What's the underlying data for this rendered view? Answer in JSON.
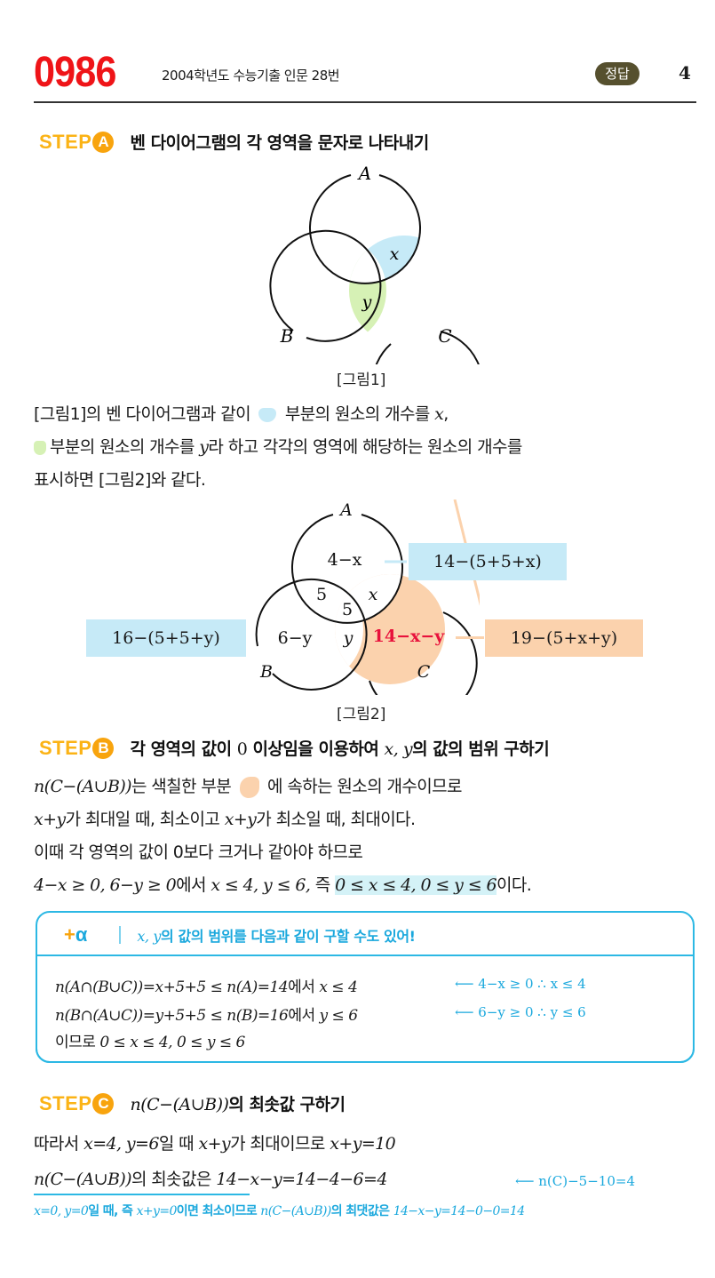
{
  "header": {
    "problem_number": "0986",
    "source": "2004학년도 수능기출 인문 28번",
    "answer_label": "정답",
    "answer_value": "4"
  },
  "colors": {
    "problem_number": "#ef1418",
    "step": "#fbb316",
    "accent_blue": "#1aa8dd",
    "shade_blue": "#c6eaf7",
    "shade_green": "#d6f1b5",
    "shade_orange": "#fbd2ad",
    "highlight_red": "#e8123c",
    "answer_pill": "#56502e"
  },
  "step_a": {
    "word": "STEP",
    "badge": "A",
    "title": "벤 다이어그램의 각 영역을 문자로 나타내기",
    "figure1": {
      "labels": {
        "A": "A",
        "B": "B",
        "C": "C",
        "x": "x",
        "y": "y"
      },
      "caption": "[그림1]"
    },
    "para": {
      "l1a": "[그림1]의 벤 다이어그램과 같이",
      "l1b": "부분의 원소의 개수를",
      "l1c": "x",
      "l1d": ",",
      "l2a": "부분의 원소의 개수를",
      "l2b": "y",
      "l2c": "라 하고 각각의 영역에 해당하는 원소의 개수를",
      "l3": "표시하면 [그림2]와 같다."
    },
    "figure2": {
      "labels": {
        "A": "A",
        "B": "B",
        "C": "C",
        "a_only": "4−x",
        "ab": "5",
        "abc": "5",
        "ac": "x",
        "b_only": "6−y",
        "bc": "y",
        "c_only": "14−x−y"
      },
      "callouts": {
        "a": "14−(5+5+x)",
        "b": "16−(5+5+y)",
        "c": "19−(5+x+y)"
      },
      "caption": "[그림2]"
    }
  },
  "step_b": {
    "word": "STEP",
    "badge": "B",
    "title_a": "각 영역의 값이",
    "title_b": "0",
    "title_c": "이상임을 이용하여",
    "title_d": "x, y",
    "title_e": "의 값의 범위 구하기",
    "lines": {
      "l1a": "n(C−(A∪B))",
      "l1b": "는 색칠한 부분",
      "l1c": "에 속하는 원소의 개수이므로",
      "l2a": "x+y",
      "l2b": "가 최대일 때, 최소이고",
      "l2c": "x+y",
      "l2d": "가 최소일 때, 최대이다.",
      "l3": "이때 각 영역의 값이 0보다 크거나 같아야 하므로",
      "l4a": "4−x ≥ 0, 6−y ≥ 0",
      "l4b": "에서",
      "l4c": "x ≤ 4,  y ≤ 6,",
      "l4d": "즉",
      "l4e": "0 ≤ x ≤ 4, 0 ≤ y ≤ 6",
      "l4f": "이다."
    }
  },
  "alpha": {
    "logo_plus": "+",
    "logo_alpha": "α",
    "title_a": "x, y",
    "title_b": "의 값의 범위를 다음과 같이 구할 수도 있어!",
    "lines": [
      {
        "math": "n(A∩(B∪C))=x+5+5 ≤ n(A)=14",
        "mid": "에서",
        "tail": "x ≤ 4",
        "note": "⟵ 4−x ≥ 0   ∴ x ≤ 4"
      },
      {
        "math": "n(B∩(A∪C))=y+5+5 ≤ n(B)=16",
        "mid": "에서",
        "tail": "y ≤ 6",
        "note": "⟵ 6−y ≥ 0   ∴ y ≤ 6"
      }
    ],
    "line3a": "이므로",
    "line3b": "0 ≤ x ≤ 4, 0 ≤ y ≤ 6"
  },
  "step_c": {
    "word": "STEP",
    "badge": "C",
    "title_math": "n(C−(A∪B))",
    "title_text": "의 최솟값 구하기",
    "l1a": "따라서",
    "l1b": "x=4, y=6",
    "l1c": "일 때",
    "l1d": "x+y",
    "l1e": "가 최대이므로",
    "l1f": "x+y=10",
    "l2a": "n(C−(A∪B))",
    "l2b": "의 최솟값은",
    "l2c": "14−x−y=14−4−6=4",
    "l2_note": "⟵ n(C)−5−10=4",
    "foot_a": "x=0, y=0",
    "foot_b": "일 때, 즉",
    "foot_c": "x+y=0",
    "foot_d": "이면 최소이므로",
    "foot_e": "n(C−(A∪B))",
    "foot_f": "의 최댓값은",
    "foot_g": "14−x−y=14−0−0=14"
  }
}
